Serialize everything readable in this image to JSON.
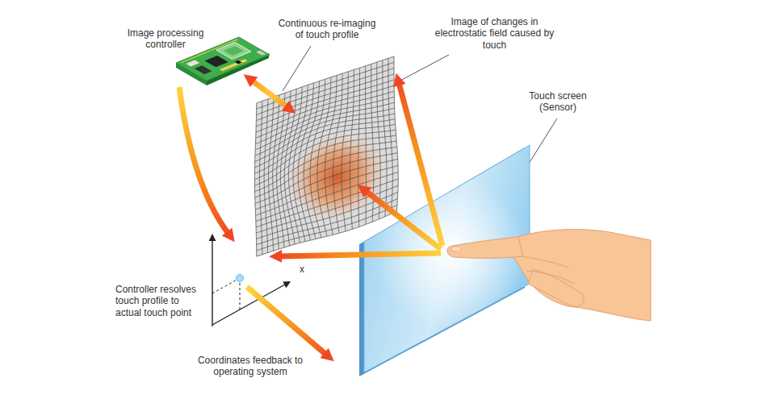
{
  "diagram": {
    "labels": [
      "Image processing controller",
      "Continuous re-imaging of touch profile",
      "Image of changes in electrostatic field caused by touch",
      "Touch screen (Sensor)",
      "x",
      "Controller resolves touch profile to actual touch point",
      "Coordinates feedback to operating system"
    ]
  }
}
